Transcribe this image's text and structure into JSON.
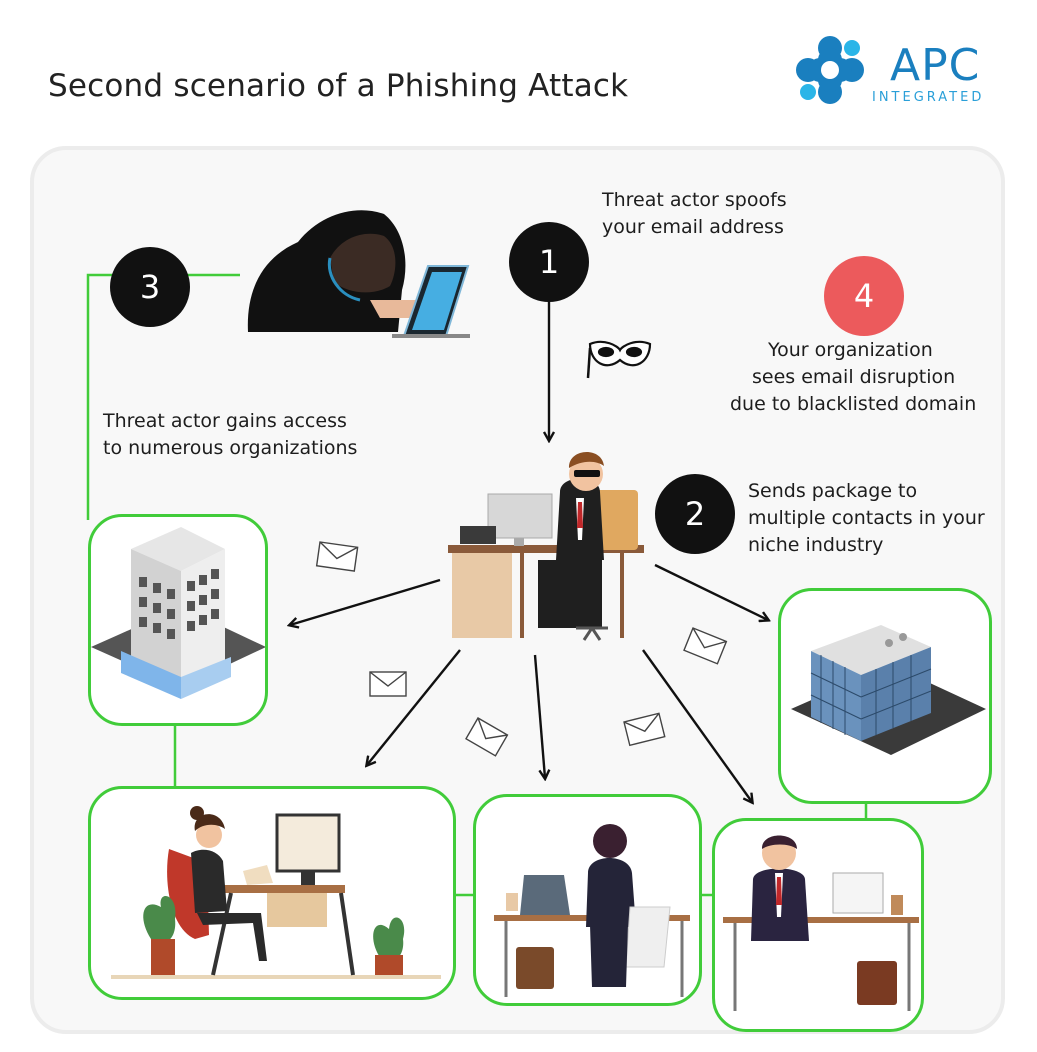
{
  "title": "Second scenario of a Phishing Attack",
  "logo": {
    "name": "APC",
    "subtitle": "INTEGRATED"
  },
  "steps": [
    {
      "number": "1",
      "text_line1": "Threat actor spoofs",
      "text_line2": "your email address"
    },
    {
      "number": "2",
      "text_line1": "Sends package to",
      "text_line2": "multiple contacts in your",
      "text_line3": "niche industry"
    },
    {
      "number": "3",
      "text_line1": "Threat actor gains access",
      "text_line2": "to numerous organizations"
    },
    {
      "number": "4",
      "text_line1": "Your organization",
      "text_line2": "sees email disruption",
      "text_line3": "due to blacklisted domain"
    }
  ],
  "colors": {
    "accent_green": "#41cc3a",
    "step4_red": "#ec5a5c",
    "logo_blue": "#1a7fbf"
  },
  "icons": [
    "hacker-icon",
    "mask-icon",
    "spoofer-icon",
    "envelope-icon",
    "building-icon",
    "office-worker-icon"
  ]
}
